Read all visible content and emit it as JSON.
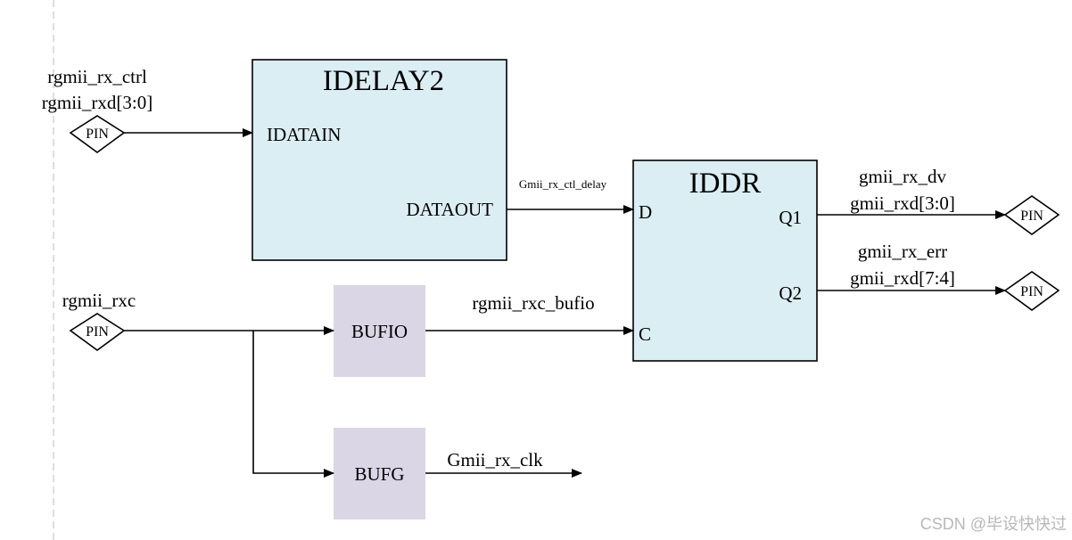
{
  "idelay": {
    "title": "IDELAY2",
    "in_port": "IDATAIN",
    "out_port": "DATAOUT"
  },
  "iddr": {
    "title": "IDDR",
    "port_d": "D",
    "port_c": "C",
    "port_q1": "Q1",
    "port_q2": "Q2"
  },
  "bufio": {
    "title": "BUFIO"
  },
  "bufg": {
    "title": "BUFG"
  },
  "pins": {
    "label": "PIN"
  },
  "signals": {
    "rx_ctrl": "rgmii_rx_ctrl",
    "rx_rxd": "rgmii_rxd[3:0]",
    "rxc": "rgmii_rxc",
    "ctl_delay": "Gmii_rx_ctl_delay",
    "rxc_bufio": "rgmii_rxc_bufio",
    "gmii_clk": "Gmii_rx_clk",
    "rx_dv": "gmii_rx_dv",
    "rxd_lo": "gmii_rxd[3:0]",
    "rx_err": "gmii_rx_err",
    "rxd_hi": "gmii_rxd[7:4]"
  },
  "watermark": "CSDN @毕设快快过",
  "colors": {
    "block_blue": "#dbeef4",
    "block_purple": "#dbd6e6",
    "line": "#000000",
    "guide": "#bdbdbd"
  }
}
